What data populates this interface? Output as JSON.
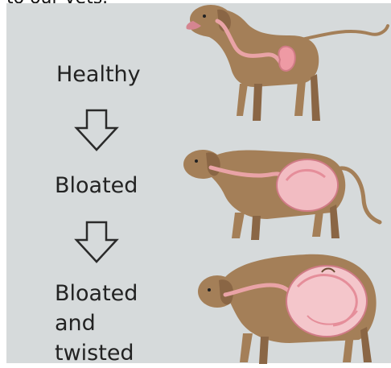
{
  "header": {
    "partial_text": "to our vets."
  },
  "stages": [
    {
      "label": "Healthy"
    },
    {
      "label": "Bloated"
    },
    {
      "label": "Bloated\nand\ntwisted"
    }
  ],
  "colors": {
    "background": "#d6dadb",
    "dog_body": "#a47f58",
    "dog_shadow": "#8a6645",
    "digestive_tract": "#e9a3a6",
    "stomach_bloated": "#f2bcc2",
    "text": "#222222"
  },
  "icons": [
    "down-arrow-icon",
    "down-arrow-icon"
  ]
}
